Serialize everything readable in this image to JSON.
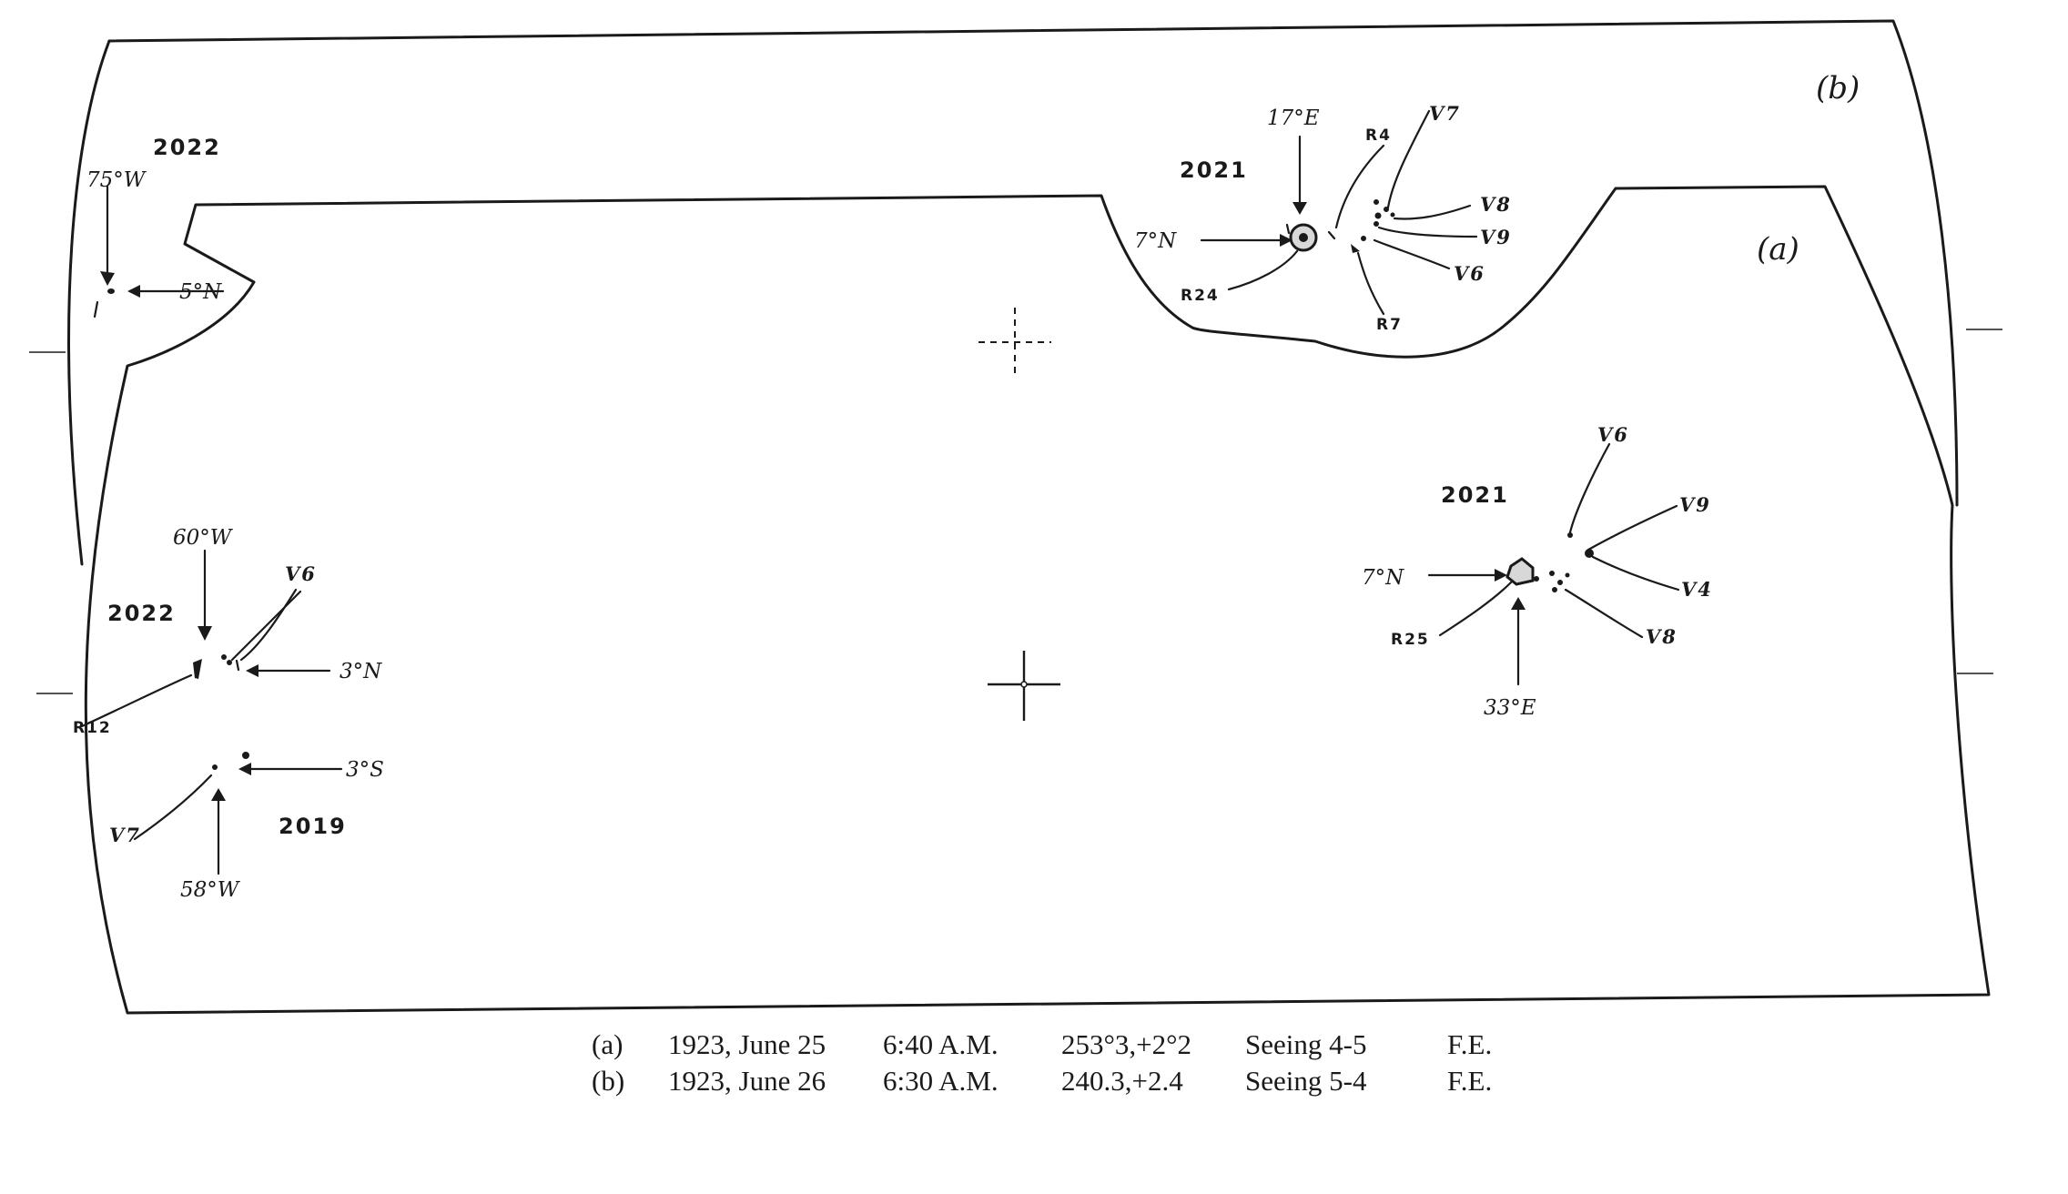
{
  "panel_labels": {
    "b": "(b)",
    "a": "(a)"
  },
  "groups": {
    "b_2022": {
      "number": "2022",
      "longitude": "75°W",
      "latitude": "5°N"
    },
    "b_2021": {
      "number": "2021",
      "longitude": "17°E",
      "latitude": "7°N",
      "labels": [
        "R4",
        "V7",
        "V8",
        "V9",
        "V6",
        "R7",
        "R24"
      ]
    },
    "a_2022": {
      "number": "2022",
      "longitude": "60°W",
      "latitude": "3°N",
      "labels": [
        "V6",
        "R12"
      ]
    },
    "a_2019": {
      "number": "2019",
      "longitude": "58°W",
      "latitude": "3°S",
      "labels": [
        "V7"
      ]
    },
    "a_2021": {
      "number": "2021",
      "longitude": "33°E",
      "latitude": "7°N",
      "labels": [
        "V6",
        "V9",
        "V4",
        "V8",
        "R25"
      ]
    }
  },
  "captions": [
    {
      "panel": "(a)",
      "date": "1923, June 25",
      "time": "6:40 A.M.",
      "position": "253°3,+2°2",
      "seeing": "Seeing 4-5",
      "observer": "F.E."
    },
    {
      "panel": "(b)",
      "date": "1923, June 26",
      "time": "6:30 A.M.",
      "position": "240.3,+2.4",
      "seeing": "Seeing 5-4",
      "observer": "F.E."
    }
  ]
}
